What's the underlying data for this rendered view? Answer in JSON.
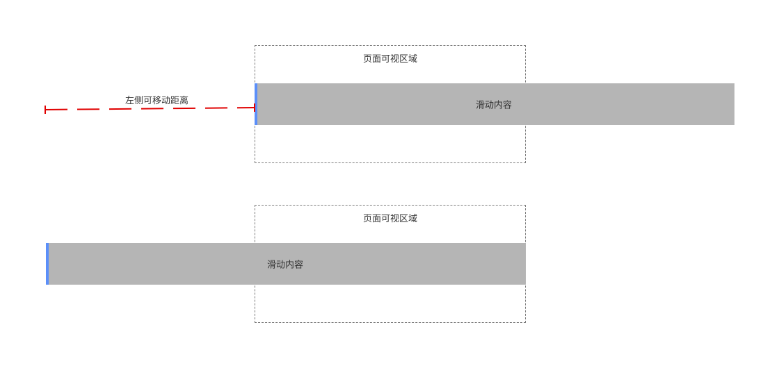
{
  "diagram": {
    "top": {
      "viewport_label": "页面可视区域",
      "slide_label": "滑动内容",
      "distance_label": "左侧可移动距离"
    },
    "bottom": {
      "viewport_label": "页面可视区域",
      "slide_label": "滑动内容"
    }
  },
  "colors": {
    "slide_fill": "#b5b5b5",
    "edge_marker": "#5b8ff9",
    "distance_line": "#e00000",
    "viewport_border": "#7a7a7a"
  }
}
